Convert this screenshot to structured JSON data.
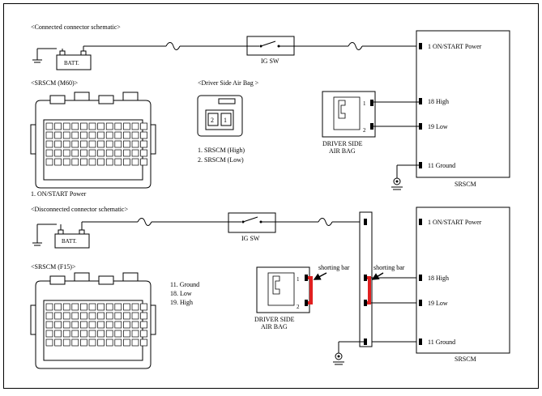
{
  "connected": {
    "title": "<Connected connector schematic>",
    "batt": "BATT.",
    "ig_sw": "IG SW",
    "srscm_m60": "<SRSCM  (M60)>",
    "airbag_title": "<Driver Side Air Bag  >",
    "airbag_pin1": "2",
    "airbag_pin2": "1",
    "airbag_legend": [
      "1. SRSCM  (High)",
      "2. SRSCM  (Low)"
    ],
    "m60_legend": "1. ON/START  Power",
    "driver_side_lines": [
      "DRIVER SIDE",
      "AIR BAG"
    ],
    "airbag_conn_pins": [
      "1",
      "2"
    ],
    "srscm_pins": [
      "1 ON/START  Power",
      "18 High",
      "19 Low",
      "11 Ground"
    ],
    "srscm_label": "SRSCM"
  },
  "disconnected": {
    "title": "<Disconnected connector schematic>",
    "batt": "BATT.",
    "ig_sw": "IG SW",
    "srscm_f15": "<SRSCM  (F15)>",
    "f15_legend": [
      "11.  Ground",
      "18.  Low",
      "19.  High"
    ],
    "shorting_bar_1": "shorting bar",
    "shorting_bar_2": "shorting bar",
    "driver_side_lines": [
      "DRIVER SIDE",
      "AIR BAG"
    ],
    "airbag_conn_pins": [
      "1",
      "2"
    ],
    "srscm_pins": [
      "1 ON/START  Power",
      "18 High",
      "19 Low",
      "11 Ground"
    ],
    "srscm_label": "SRSCM"
  },
  "colors": {
    "shorting_bar": "#e02020",
    "line": "#000000"
  }
}
